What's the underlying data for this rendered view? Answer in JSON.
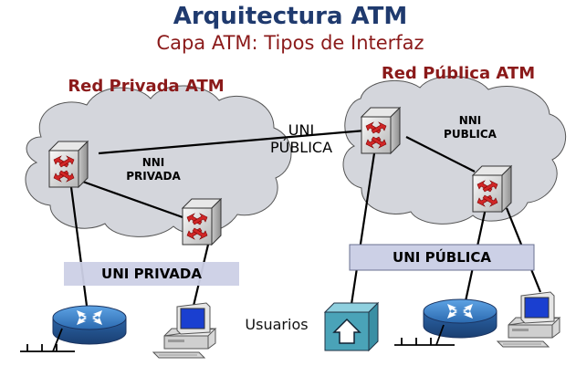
{
  "title": "Arquitectura ATM",
  "subtitle": "Capa ATM: Tipos de Interfaz",
  "networks": {
    "private_label": "Red Privada ATM",
    "public_label": "Red Pública ATM"
  },
  "links": {
    "uni_publica_top_line1": "UNI",
    "uni_publica_top_line2": "PÚBLICA",
    "nni_privada_line1": "NNI",
    "nni_privada_line2": "PRIVADA",
    "nni_publica_line1": "NNI",
    "nni_publica_line2": "PUBLICA"
  },
  "bars": {
    "uni_privada": "UNI PRIVADA",
    "uni_publica": "UNI PÚBLICA"
  },
  "devices": {
    "users_label": "Usuarios"
  },
  "colors": {
    "title": "#1f3a6e",
    "accent_red": "#8b1a1a",
    "cloud": "#d4d6dc",
    "bar": "#ccd0e6",
    "router_blue": "#2f6fb5",
    "screen_blue": "#1a3fd0",
    "house_teal": "#4aa3b8"
  },
  "icons": [
    "atm-switch-icon",
    "router-icon",
    "workstation-icon",
    "house-icon"
  ]
}
